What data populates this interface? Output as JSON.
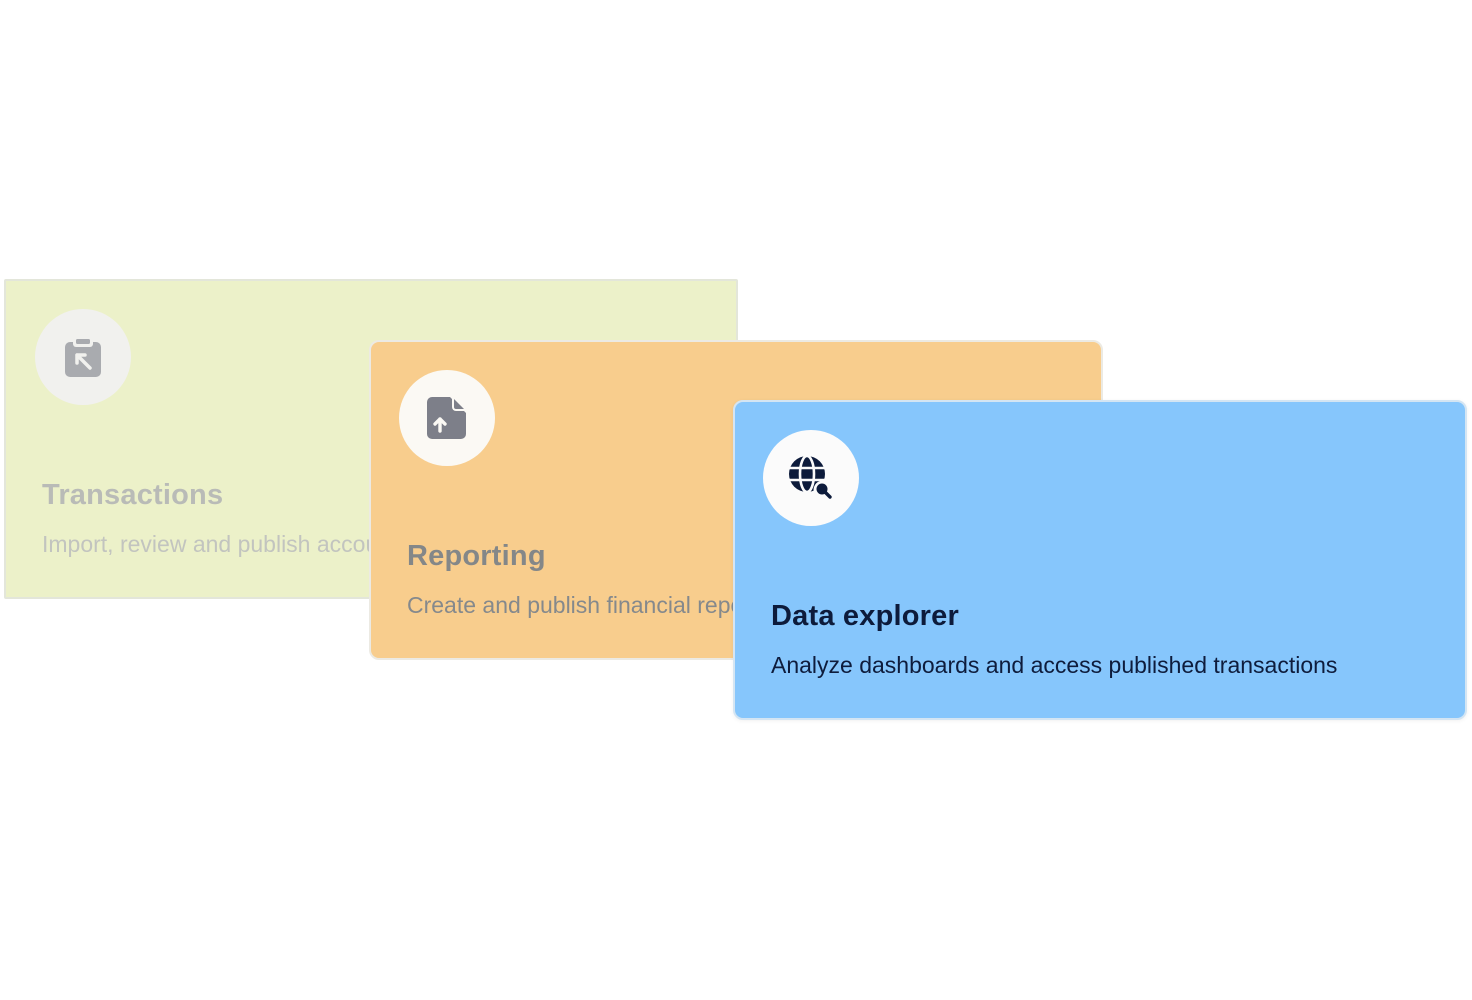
{
  "cards": [
    {
      "id": "transactions",
      "title": "Transactions",
      "description": "Import, review and publish accounting transactions",
      "icon": "clipboard-import-icon"
    },
    {
      "id": "reporting",
      "title": "Reporting",
      "description": "Create and publish financial reports",
      "icon": "file-upload-icon"
    },
    {
      "id": "data-explorer",
      "title": "Data explorer",
      "description": "Analyze dashboards and  access published transactions",
      "icon": "globe-search-icon"
    }
  ],
  "colors": {
    "transactions_bg": "#ecf1c9",
    "reporting_bg": "#f8cd8d",
    "explorer_bg": "#86c6fc",
    "explorer_text": "#0d1b3b"
  }
}
